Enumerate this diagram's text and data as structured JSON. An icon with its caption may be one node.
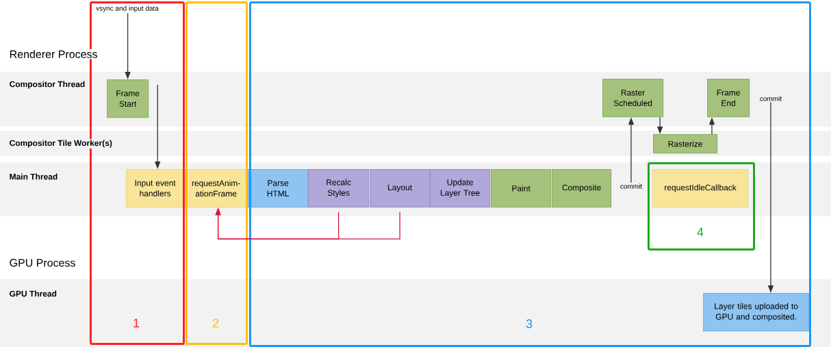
{
  "diagram": {
    "nodes": [
      {
        "text": [
          "1"
        ]
      },
      {
        "text": [
          "2"
        ]
      },
      {
        "text": [
          "3"
        ]
      },
      {
        "text": [
          "4"
        ],
        "in": 2
      },
      {
        "text": [
          "vsync and input data"
        ],
        "in": 0
      },
      {
        "text": [
          "Frame Start"
        ],
        "in": 0
      },
      {
        "text": [
          "Raster Scheduled"
        ],
        "in": 2
      },
      {
        "text": [
          "Frame End"
        ],
        "in": 2
      },
      {
        "text": [
          "commit"
        ],
        "in": 2
      },
      {
        "text": [
          "Rasterize"
        ],
        "in": 2
      },
      {
        "text": [
          "Input event handlers"
        ],
        "in": 0
      },
      {
        "text": [
          "requestAnim- ationFrame"
        ],
        "in": 1
      },
      {
        "text": [
          "Parse HTML"
        ],
        "in": 2
      },
      {
        "text": [
          "Recalc Styles"
        ],
        "in": 2
      },
      {
        "text": [
          "Layout"
        ],
        "in": 2
      },
      {
        "text": [
          "Update Layer Tree"
        ],
        "in": 2
      },
      {
        "text": [
          "Paint"
        ],
        "in": 2
      },
      {
        "text": [
          "Composite"
        ],
        "in": 2
      },
      {
        "text": [
          "commit"
        ],
        "in": 2
      },
      {
        "text": [
          "requestIdleCallback"
        ],
        "in": 3
      },
      {
        "text": [
          "Layer tiles uploaded to GPU and composited."
        ],
        "in": 2
      }
    ],
    "edges": [
      {
        "from": 4,
        "to": 5,
        "arrow": "to"
      },
      {
        "from": 5,
        "to": 10,
        "arrow": "to"
      },
      {
        "from": 6,
        "to": 9,
        "arrow": "to"
      },
      {
        "from": 9,
        "to": 7,
        "arrow": "to"
      },
      {
        "from": 18,
        "to": 6,
        "arrow": "to"
      },
      {
        "from": 8,
        "to": 20,
        "arrow": "to"
      },
      {
        "from": 13,
        "to": 11,
        "arrow": "to",
        "color": "#dc143c"
      },
      {
        "from": 14,
        "to": 11,
        "arrow": "to",
        "color": "#dc143c"
      }
    ],
    "labels": [
      "Renderer Process",
      "Compositor Thread",
      "Compositor Tile Worker(s)",
      "Main Thread",
      "GPU Process",
      "GPU Thread"
    ]
  }
}
